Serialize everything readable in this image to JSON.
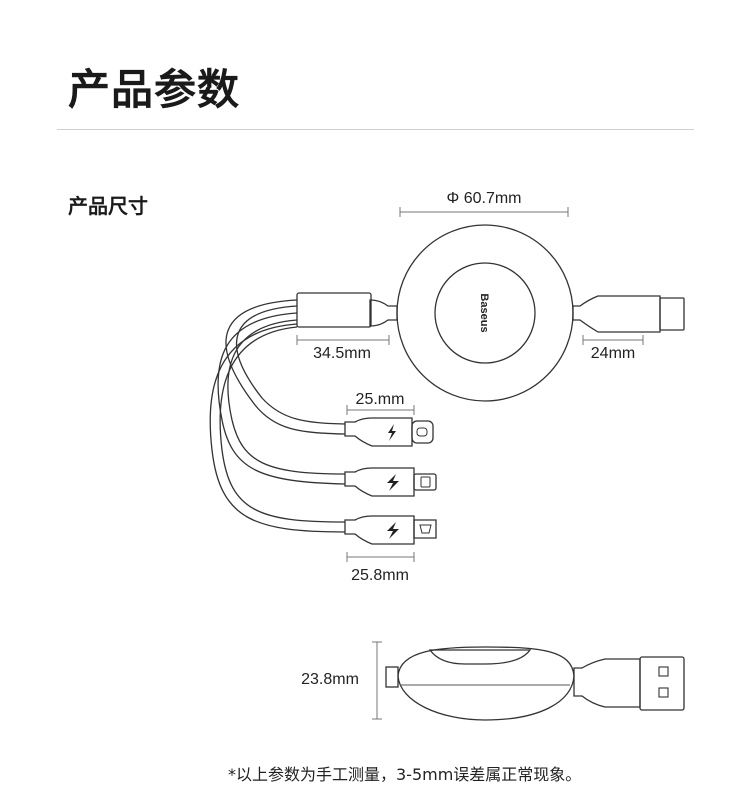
{
  "header": {
    "title": "产品参数"
  },
  "section": {
    "title": "产品尺寸"
  },
  "dimensions": {
    "diameter": "Φ 60.7mm",
    "body_length": "34.5mm",
    "usb_length": "24mm",
    "connector_head_top": "25.mm",
    "connector_head_bottom": "25.8mm",
    "side_height": "23.8mm"
  },
  "brand": {
    "logo_text": "Baseus"
  },
  "footnote": "*以上参数为手工测量，3-5mm误差属正常现象。",
  "icons": [
    "lightning-bolt-icon",
    "usb-c-port-icon",
    "lightning-port-icon",
    "micro-usb-port-icon"
  ]
}
